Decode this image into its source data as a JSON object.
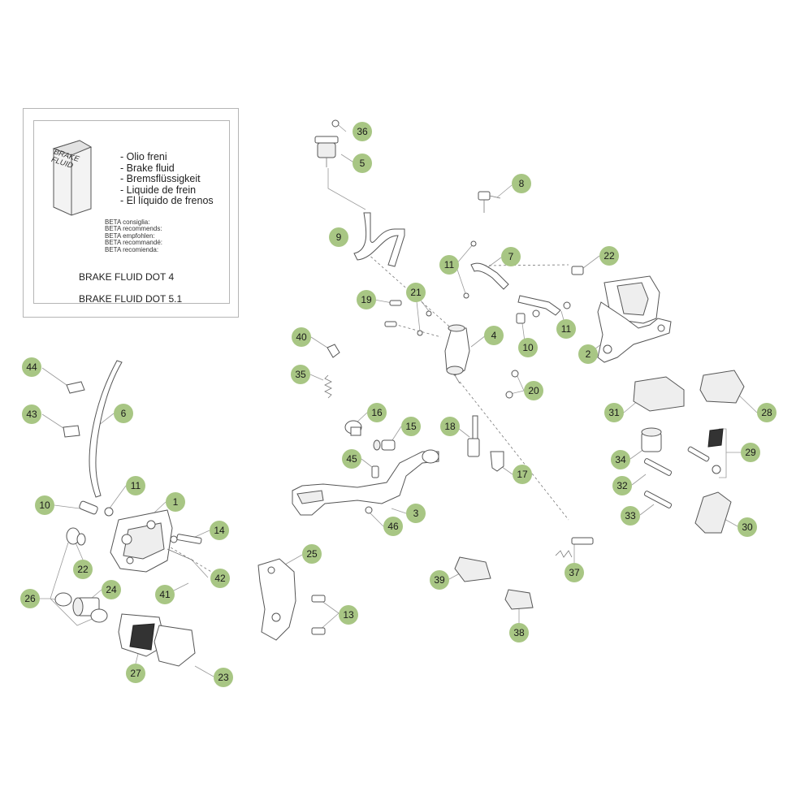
{
  "legend": {
    "bottle_text": [
      "BRAKE",
      "FLUID"
    ],
    "fluid_names": [
      "- Olio freni",
      "- Brake fluid",
      "- Bremsflüssigkeit",
      "- Liquide de frein",
      "- El líquido de frenos"
    ],
    "recommends": [
      "BETA consiglia:",
      "BETA recommends:",
      "BETA empfohlen:",
      "BETA recommandé:",
      "BETA recomienda:"
    ],
    "spec_primary": "BRAKE FLUID DOT 4",
    "spec_secondary": "BRAKE FLUID DOT 5.1"
  },
  "callouts": [
    {
      "id": "c36",
      "label": "36"
    },
    {
      "id": "c5",
      "label": "5"
    },
    {
      "id": "c8",
      "label": "8"
    },
    {
      "id": "c9",
      "label": "9"
    },
    {
      "id": "c11a",
      "label": "11"
    },
    {
      "id": "c7",
      "label": "7"
    },
    {
      "id": "c22a",
      "label": "22"
    },
    {
      "id": "c19",
      "label": "19"
    },
    {
      "id": "c21",
      "label": "21"
    },
    {
      "id": "c10a",
      "label": "10"
    },
    {
      "id": "c11b",
      "label": "11"
    },
    {
      "id": "c4",
      "label": "4"
    },
    {
      "id": "c2",
      "label": "2"
    },
    {
      "id": "c40",
      "label": "40"
    },
    {
      "id": "c20",
      "label": "20"
    },
    {
      "id": "c35",
      "label": "35"
    },
    {
      "id": "c44",
      "label": "44"
    },
    {
      "id": "c31",
      "label": "31"
    },
    {
      "id": "c28",
      "label": "28"
    },
    {
      "id": "c43",
      "label": "43"
    },
    {
      "id": "c6",
      "label": "6"
    },
    {
      "id": "c16",
      "label": "16"
    },
    {
      "id": "c15",
      "label": "15"
    },
    {
      "id": "c18",
      "label": "18"
    },
    {
      "id": "c29",
      "label": "29"
    },
    {
      "id": "c34",
      "label": "34"
    },
    {
      "id": "c45",
      "label": "45"
    },
    {
      "id": "c17",
      "label": "17"
    },
    {
      "id": "c32",
      "label": "32"
    },
    {
      "id": "c11c",
      "label": "11"
    },
    {
      "id": "c1",
      "label": "1"
    },
    {
      "id": "c10b",
      "label": "10"
    },
    {
      "id": "c3",
      "label": "3"
    },
    {
      "id": "c33",
      "label": "33"
    },
    {
      "id": "c46",
      "label": "46"
    },
    {
      "id": "c30",
      "label": "30"
    },
    {
      "id": "c14",
      "label": "14"
    },
    {
      "id": "c25",
      "label": "25"
    },
    {
      "id": "c22b",
      "label": "22"
    },
    {
      "id": "c42",
      "label": "42"
    },
    {
      "id": "c37",
      "label": "37"
    },
    {
      "id": "c39",
      "label": "39"
    },
    {
      "id": "c24",
      "label": "24"
    },
    {
      "id": "c41",
      "label": "41"
    },
    {
      "id": "c26",
      "label": "26"
    },
    {
      "id": "c13",
      "label": "13"
    },
    {
      "id": "c38",
      "label": "38"
    },
    {
      "id": "c27",
      "label": "27"
    },
    {
      "id": "c23",
      "label": "23"
    }
  ],
  "colors": {
    "callout_fill": "#a8c684",
    "line": "#555555"
  }
}
